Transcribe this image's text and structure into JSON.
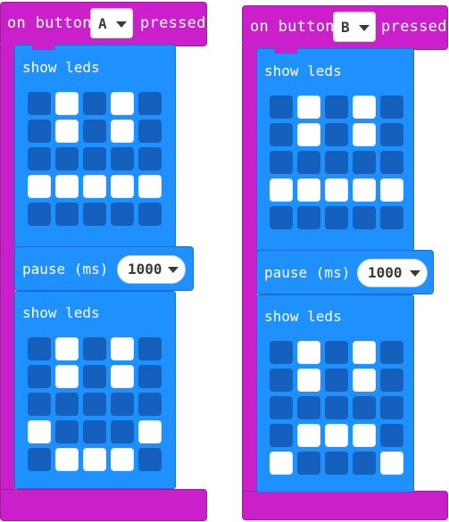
{
  "colors": {
    "event": "#cc1fcc",
    "block": "#1e90ff",
    "led_off": "#1560bd",
    "led_on": "#ffffff"
  },
  "events": [
    {
      "prefix": "on button",
      "button_value": "A",
      "suffix": "pressed",
      "show1_label": "show leds",
      "pause_label": "pause (ms)",
      "pause_value": "1000",
      "show2_label": "show leds",
      "leds1": [
        [
          0,
          1,
          0,
          1,
          0
        ],
        [
          0,
          1,
          0,
          1,
          0
        ],
        [
          0,
          0,
          0,
          0,
          0
        ],
        [
          1,
          1,
          1,
          1,
          1
        ],
        [
          0,
          0,
          0,
          0,
          0
        ]
      ],
      "leds2": [
        [
          0,
          1,
          0,
          1,
          0
        ],
        [
          0,
          1,
          0,
          1,
          0
        ],
        [
          0,
          0,
          0,
          0,
          0
        ],
        [
          1,
          0,
          0,
          0,
          1
        ],
        [
          0,
          1,
          1,
          1,
          0
        ]
      ]
    },
    {
      "prefix": "on button",
      "button_value": "B",
      "suffix": "pressed",
      "show1_label": "show leds",
      "pause_label": "pause (ms)",
      "pause_value": "1000",
      "show2_label": "show leds",
      "leds1": [
        [
          0,
          1,
          0,
          1,
          0
        ],
        [
          0,
          1,
          0,
          1,
          0
        ],
        [
          0,
          0,
          0,
          0,
          0
        ],
        [
          1,
          1,
          1,
          1,
          1
        ],
        [
          0,
          0,
          0,
          0,
          0
        ]
      ],
      "leds2": [
        [
          0,
          1,
          0,
          1,
          0
        ],
        [
          0,
          1,
          0,
          1,
          0
        ],
        [
          0,
          0,
          0,
          0,
          0
        ],
        [
          0,
          1,
          1,
          1,
          0
        ],
        [
          1,
          0,
          0,
          0,
          1
        ]
      ]
    }
  ]
}
